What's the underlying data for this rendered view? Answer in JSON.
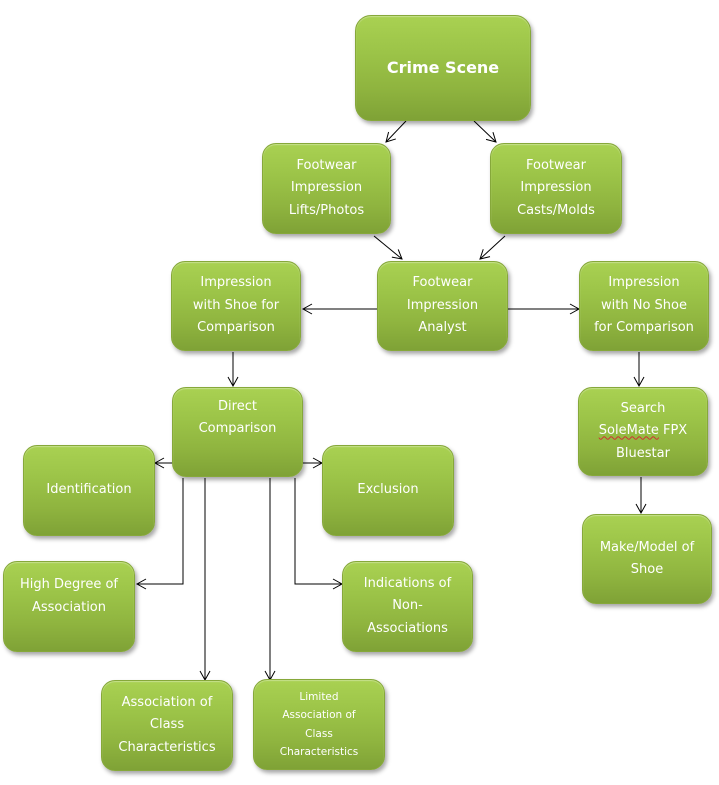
{
  "diagram": {
    "type": "flowchart",
    "colors": {
      "node_fill": "#9cc448",
      "node_text": "#ffffff",
      "edge": "#000000",
      "background": "#ffffff"
    },
    "nodes": {
      "crime_scene": "Crime Scene",
      "lifts_photos": "Footwear\nImpression\nLifts/Photos",
      "casts_molds": "Footwear\nImpression\nCasts/Molds",
      "analyst": "Footwear\nImpression\nAnalyst",
      "with_shoe": "Impression\nwith Shoe for\nComparison",
      "no_shoe": "Impression\nwith No Shoe\nfor Comparison",
      "search_line1": "Search",
      "search_solemate": "SoleMate",
      "search_fpx": " FPX",
      "search_line3": "Bluestar",
      "make_model": "Make/Model of\nShoe",
      "direct_comparison": "Direct\nComparison",
      "identification": "Identification",
      "exclusion": "Exclusion",
      "high_degree": "High Degree of\nAssociation",
      "non_associations": "Indications of\nNon-\nAssociations",
      "class_characteristics": "Association of\nClass\nCharacteristics",
      "limited_class": "Limited\nAssociation of\nClass\nCharacteristics"
    },
    "edges": [
      [
        "crime_scene",
        "lifts_photos"
      ],
      [
        "crime_scene",
        "casts_molds"
      ],
      [
        "lifts_photos",
        "analyst"
      ],
      [
        "casts_molds",
        "analyst"
      ],
      [
        "analyst",
        "with_shoe"
      ],
      [
        "analyst",
        "no_shoe"
      ],
      [
        "with_shoe",
        "direct_comparison"
      ],
      [
        "no_shoe",
        "search"
      ],
      [
        "search",
        "make_model"
      ],
      [
        "direct_comparison",
        "identification"
      ],
      [
        "direct_comparison",
        "exclusion"
      ],
      [
        "direct_comparison",
        "high_degree"
      ],
      [
        "direct_comparison",
        "class_characteristics"
      ],
      [
        "direct_comparison",
        "limited_class"
      ],
      [
        "direct_comparison",
        "non_associations"
      ]
    ]
  }
}
